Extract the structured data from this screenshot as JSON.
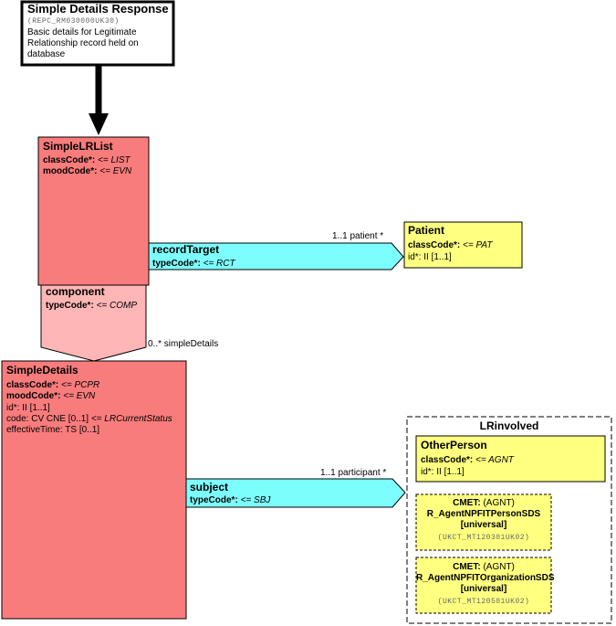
{
  "entry": {
    "title": "Simple Details Response",
    "id": "(REPC_RM030000UK30)",
    "desc": [
      "Basic details for Legitimate",
      "Relationship record held on",
      "database"
    ]
  },
  "lrlist": {
    "name": "SimpleLRList",
    "classCode_label": "classCode*:",
    "classCode_val": "<= LIST",
    "moodCode_label": "moodCode*:",
    "moodCode_val": "<= EVN"
  },
  "recordTarget": {
    "name": "recordTarget",
    "typeCode_label": "typeCode*:",
    "typeCode_val": "<= RCT",
    "cardinality": "1..1 patient  *"
  },
  "patient": {
    "name": "Patient",
    "classCode_label": "classCode*:",
    "classCode_val": "<= PAT",
    "id_label": "id*:",
    "id_val": "II [1..1]"
  },
  "component": {
    "name": "component",
    "typeCode_label": "typeCode*:",
    "typeCode_val": "<= COMP",
    "cardinality": "0..* simpleDetails"
  },
  "simpleDetails": {
    "name": "SimpleDetails",
    "classCode_label": "classCode*:",
    "classCode_val": "<= PCPR",
    "moodCode_label": "moodCode*:",
    "moodCode_val": "<= EVN",
    "id_line": "id*: II [1..1]",
    "code_prefix": "code: CV CNE [0..1]",
    "code_val": "<= LRCurrentStatus",
    "effective_line": "effectiveTime: TS [0..1]"
  },
  "subject": {
    "name": "subject",
    "typeCode_label": "typeCode*:",
    "typeCode_val": "<= SBJ",
    "cardinality": "1..1 participant  *"
  },
  "choice": {
    "label": "LRinvolved",
    "otherPerson": {
      "name": "OtherPerson",
      "classCode_label": "classCode*:",
      "classCode_val": "<= AGNT",
      "id_label": "id*:",
      "id_val": "II [1..1]"
    },
    "cmet1": {
      "cmet_label": "CMET:",
      "cmet_code": "(AGNT)",
      "name": "R_AgentNPFITPersonSDS",
      "flavor": "[universal]",
      "id": "(UKCT_MT120301UK02)"
    },
    "cmet2": {
      "cmet_label": "CMET:",
      "cmet_code": "(AGNT)",
      "name": "R_AgentNPFITOrganizationSDS",
      "flavor": "[universal]",
      "id": "(UKCT_MT120501UK02)"
    }
  },
  "colors": {
    "act": "#F97C7C",
    "actRel": "#FFB6B6",
    "participation": "#7DFEFE",
    "role": "#FFFF80",
    "border": "#000000"
  }
}
